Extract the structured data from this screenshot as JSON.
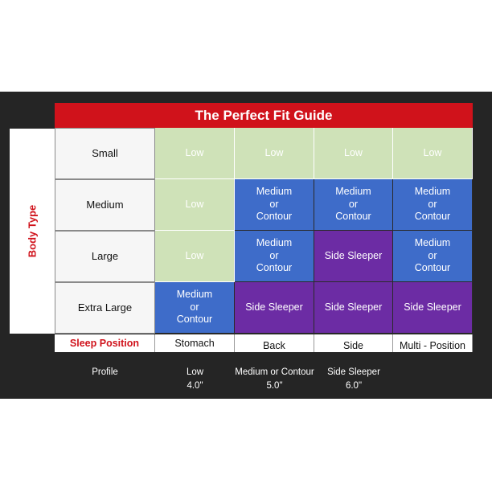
{
  "title": "The Perfect Fit Guide",
  "side_label": "Body Type",
  "rows": [
    {
      "label": "Small",
      "cells": [
        {
          "text": "Low",
          "tone": "green"
        },
        {
          "text": "Low",
          "tone": "green"
        },
        {
          "text": "Low",
          "tone": "green"
        },
        {
          "text": "Low",
          "tone": "green"
        }
      ]
    },
    {
      "label": "Medium",
      "cells": [
        {
          "text": "Low",
          "tone": "green"
        },
        {
          "text": "Medium or Contour",
          "tone": "blue"
        },
        {
          "text": "Medium or Contour",
          "tone": "blue"
        },
        {
          "text": "Medium or Contour",
          "tone": "blue"
        }
      ]
    },
    {
      "label": "Large",
      "cells": [
        {
          "text": "Low",
          "tone": "green"
        },
        {
          "text": "Medium or Contour",
          "tone": "blue"
        },
        {
          "text": "Side Sleeper",
          "tone": "purple"
        },
        {
          "text": "Medium or Contour",
          "tone": "blue"
        }
      ]
    },
    {
      "label": "Extra Large",
      "cells": [
        {
          "text": "Medium or Contour",
          "tone": "blue"
        },
        {
          "text": "Side Sleeper",
          "tone": "purple"
        },
        {
          "text": "Side Sleeper",
          "tone": "purple"
        },
        {
          "text": "Side Sleeper",
          "tone": "purple"
        }
      ]
    }
  ],
  "sleep_position": {
    "label": "Sleep Position",
    "columns": [
      "Stomach",
      "Back",
      "Side",
      "Multi - Position"
    ]
  },
  "profile": {
    "label": "Profile",
    "items": [
      {
        "name": "Low",
        "height": "4.0\""
      },
      {
        "name": "Medium or Contour",
        "height": "5.0\""
      },
      {
        "name": "Side Sleeper",
        "height": "6.0\""
      }
    ]
  },
  "colors": {
    "brand_red": "#d0121b",
    "low_green": "#cfe2b8",
    "medium_blue": "#3e6cc9",
    "side_purple": "#6c2ca4",
    "background": "#252525"
  }
}
